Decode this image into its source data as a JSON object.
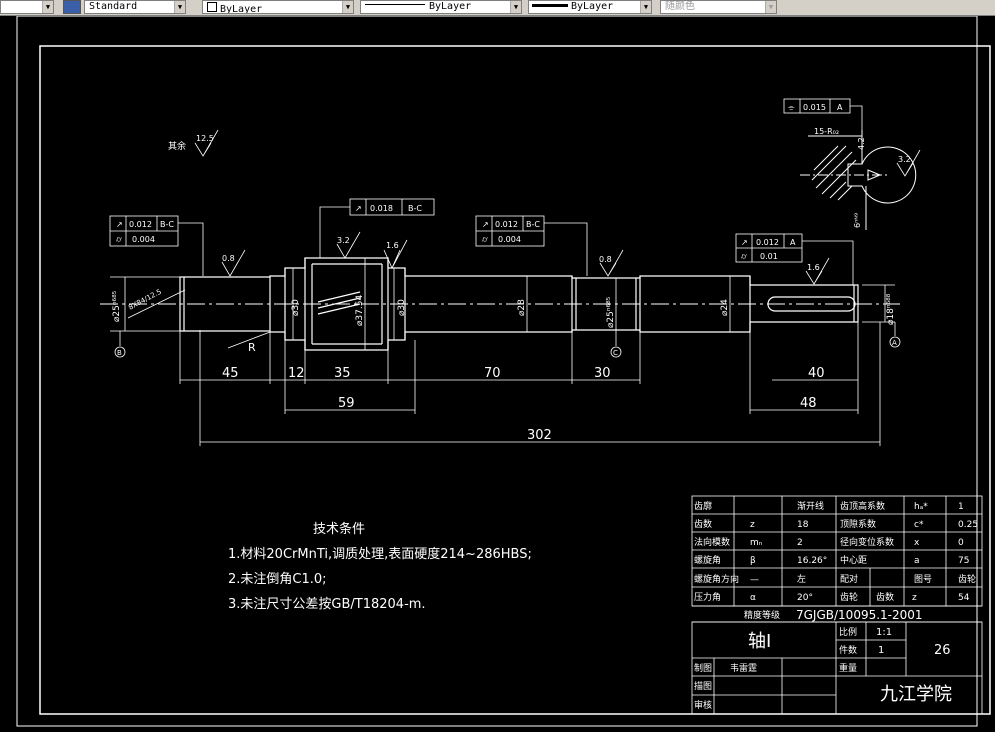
{
  "toolbar": {
    "text_style": "Standard",
    "layer": "ByLayer",
    "linetype": "ByLayer",
    "lineweight": "ByLayer",
    "plot_style": "随颜色"
  },
  "drawing": {
    "surface_note": "其余",
    "roughness": {
      "rest": "12.5",
      "r1": "0.8",
      "r2": "3.2",
      "r3": "1.6",
      "r4": "0.8",
      "r5": "1.6",
      "r6": "3.2"
    },
    "tolerances": {
      "t1a": "0.012",
      "t1b": "B-C",
      "t1c": "0.004",
      "t2a": "0.018",
      "t2b": "B-C",
      "t3a": "0.012",
      "t3b": "B-C",
      "t3c": "0.004",
      "t4a": "0.012",
      "t4b": "A",
      "t4c": "0.01",
      "t5a": "0.015",
      "t5b": "A"
    },
    "datums": {
      "b": "B",
      "c": "C",
      "a": "A"
    },
    "diameters": {
      "d1": "⌀25ⁿ⁶⁸⁵",
      "d2": "⌀30",
      "d3": "⌀37.54",
      "d4": "⌀30",
      "d5": "⌀28",
      "d6": "⌀25ⁿ⁶⁸⁵",
      "d7": "⌀24",
      "d8": "⌀18ⁿ⁶⁸⁸"
    },
    "chamfer": "8X84/12.5",
    "radius_label": "R",
    "keyway_dims": {
      "width": "15-R₀₂",
      "depth": "4.2",
      "length": "6ⁿᴺ⁹"
    },
    "lengths": {
      "l45": "45",
      "l12": "12",
      "l35": "35",
      "l70": "70",
      "l30": "30",
      "l40": "40",
      "l59": "59",
      "l48": "48",
      "l302": "302"
    }
  },
  "notes": {
    "title": "技术条件",
    "line1": "1.材料20CrMnTi,调质处理,表面硬度214~286HBS;",
    "line2": "2.未注倒角C1.0;",
    "line3": "3.未注尺寸公差按GB/T18204-m."
  },
  "gear_table": {
    "rows": [
      [
        "齿廓",
        "",
        "渐开线",
        "齿顶高系数",
        "hₐ*",
        "1"
      ],
      [
        "齿数",
        "z",
        "18",
        "顶隙系数",
        "c*",
        "0.25"
      ],
      [
        "法向模数",
        "mₙ",
        "2",
        "径向变位系数",
        "x",
        "0"
      ],
      [
        "螺旋角",
        "β",
        "16.26°",
        "中心距",
        "a",
        "75"
      ],
      [
        "螺旋角方向",
        "—",
        "左",
        "配对",
        "图号",
        "齿轮"
      ],
      [
        "压力角",
        "α",
        "20°",
        "齿轮",
        "齿数",
        "z",
        "54"
      ]
    ],
    "accuracy_label": "精度等级",
    "accuracy_value": "7GJGB/10095.1-2001"
  },
  "title_block": {
    "part_name": "轴Ⅰ",
    "scale_label": "比例",
    "scale_value": "1:1",
    "qty_label": "件数",
    "qty_value": "1",
    "weight_label": "重量",
    "drawing_no": "26",
    "drawn_label": "制图",
    "drawn_by": "韦雷霆",
    "drafted_label": "描图",
    "checked_label": "审核",
    "school": "九江学院"
  },
  "colors": {
    "background": "#000000",
    "lines": "#ffffff",
    "toolbar": "#d4d0c8"
  }
}
